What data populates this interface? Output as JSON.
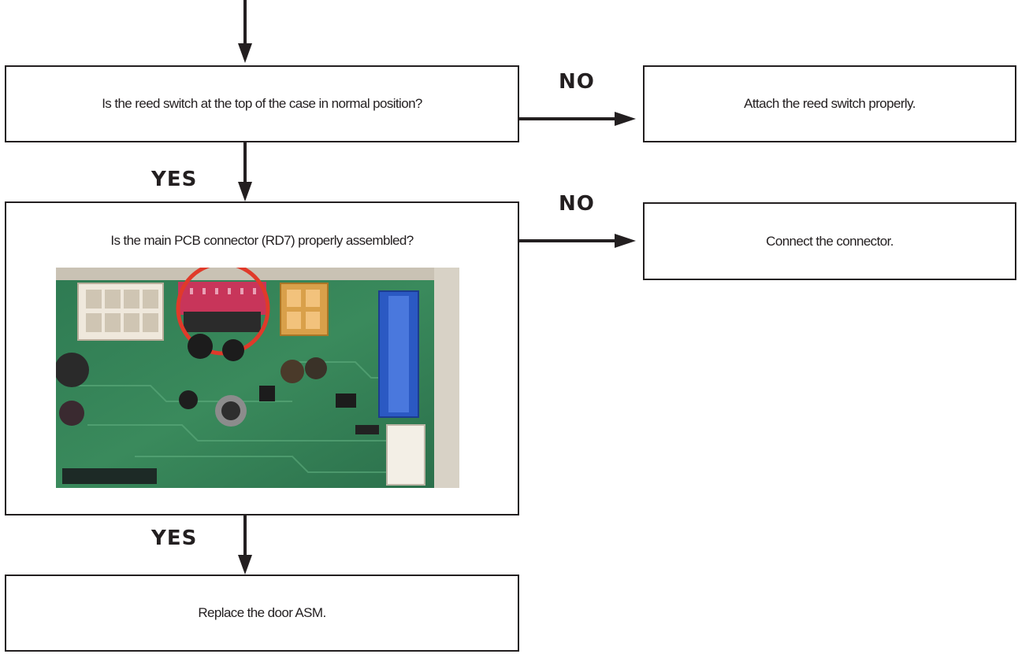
{
  "flowchart": {
    "step1": {
      "question": "Is the reed switch at the top of the case in normal position?"
    },
    "action1": {
      "text": "Attach the reed switch properly."
    },
    "step2": {
      "question": "Is the main PCB connector (RD7) properly assembled?"
    },
    "action2": {
      "text": "Connect the connector."
    },
    "final": {
      "text": "Replace the door ASM."
    },
    "labels": {
      "no_1": "NO",
      "yes_1": "YES",
      "no_2": "NO",
      "yes_2": "YES"
    }
  },
  "photo": {
    "subject": "main PCB with connector RD7 circled",
    "highlight_color": "#e03a2a"
  }
}
